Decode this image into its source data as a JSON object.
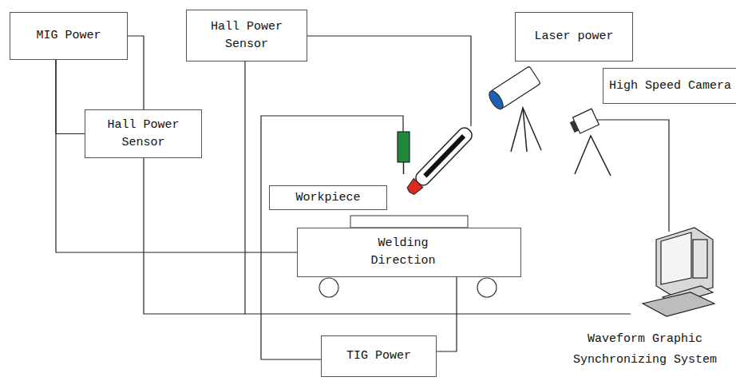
{
  "diagram": {
    "nodes": [
      {
        "text": [
          "MIG Power"
        ]
      },
      {
        "text": [
          "Hall Power Sensor"
        ]
      },
      {
        "text": [
          "Laser power"
        ]
      },
      {
        "text": [
          "High Speed Camera"
        ]
      },
      {
        "text": [
          "Hall Power Sensor"
        ]
      },
      {
        "text": [
          "Workpiece"
        ]
      },
      {
        "text": [
          "Welding Direction"
        ]
      },
      {
        "text": [
          "TIG Power"
        ]
      }
    ],
    "edges": [
      {
        "from": 0,
        "to": 6,
        "arrow": "none"
      },
      {
        "from": 0,
        "to": 4,
        "arrow": "none"
      },
      {
        "from": 7,
        "to": 6,
        "arrow": "none"
      }
    ],
    "labels": [
      "Waveform Graphic Synchronizing System"
    ]
  }
}
